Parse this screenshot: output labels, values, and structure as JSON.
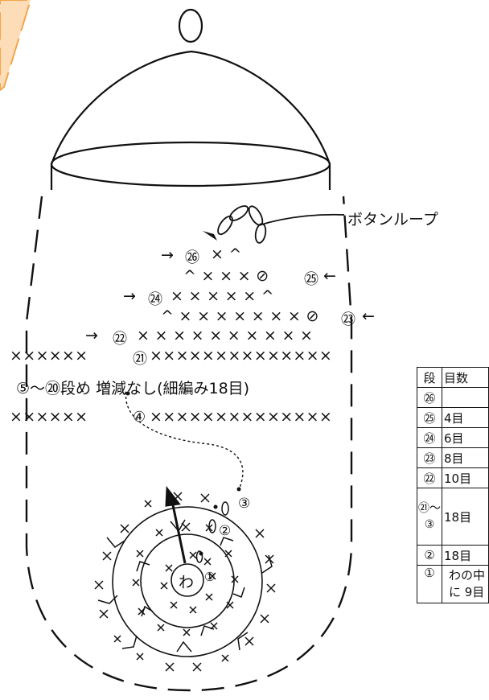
{
  "colors": {
    "line": "#111111",
    "peach": "#fdddb8",
    "peach_edge": "#f3a54a"
  },
  "labels": {
    "button_loop": "ボタンループ",
    "plain_rounds": "⑤〜⑳段め 増減なし(細編み18目)",
    "center_ring": "わ"
  },
  "rounds": {
    "r26": "㉖",
    "r25": "㉕",
    "r24": "㉔",
    "r23": "㉓",
    "r22": "㉒",
    "r21": "㉑",
    "r4": "④",
    "r3": "③",
    "r2": "②",
    "r1": "①"
  },
  "stitch_rows": {
    "row_26": "× ^",
    "row_25": "^ × × × ⊘",
    "row_24": "× × × × × ^",
    "row_23": "^ × × × × × × × ⊘",
    "row_22": "× × × × × × × × × ×",
    "row_21_left": "××××××",
    "row_21_right": "××××××××××××××",
    "row_4_left": "××××××",
    "row_4_right": "××××××××××××××"
  },
  "arrows": {
    "right": "→",
    "left": "←"
  },
  "table": {
    "header": [
      "段",
      "目数"
    ],
    "rows": [
      [
        "㉖",
        ""
      ],
      [
        "㉕",
        "4目"
      ],
      [
        "㉔",
        "6目"
      ],
      [
        "㉓",
        "8目"
      ],
      [
        "㉒",
        "10目"
      ],
      [
        "㉑〜③",
        "18目"
      ],
      [
        "②",
        "18目"
      ],
      [
        "①",
        "わの中に 9目"
      ]
    ]
  }
}
